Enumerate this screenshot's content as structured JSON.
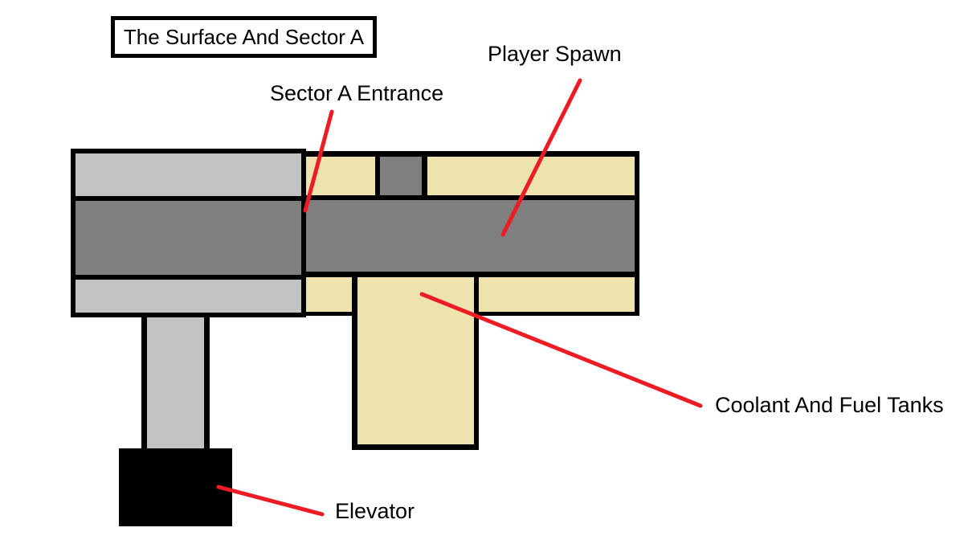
{
  "title": "The Surface And Sector A",
  "labels": {
    "sector_a_entrance": "Sector A Entrance",
    "player_spawn": "Player Spawn",
    "coolant_and_fuel_tanks": "Coolant And Fuel Tanks",
    "elevator": "Elevator"
  },
  "colors": {
    "background": "#FFFFFF",
    "outline": "#000000",
    "surface_gray": "#C3C3C3",
    "corridor_gray": "#7F7F7F",
    "room_tan": "#EEE3AD",
    "elevator_black": "#000000",
    "annotation_red": "#ED1C24",
    "text": "#000000"
  }
}
